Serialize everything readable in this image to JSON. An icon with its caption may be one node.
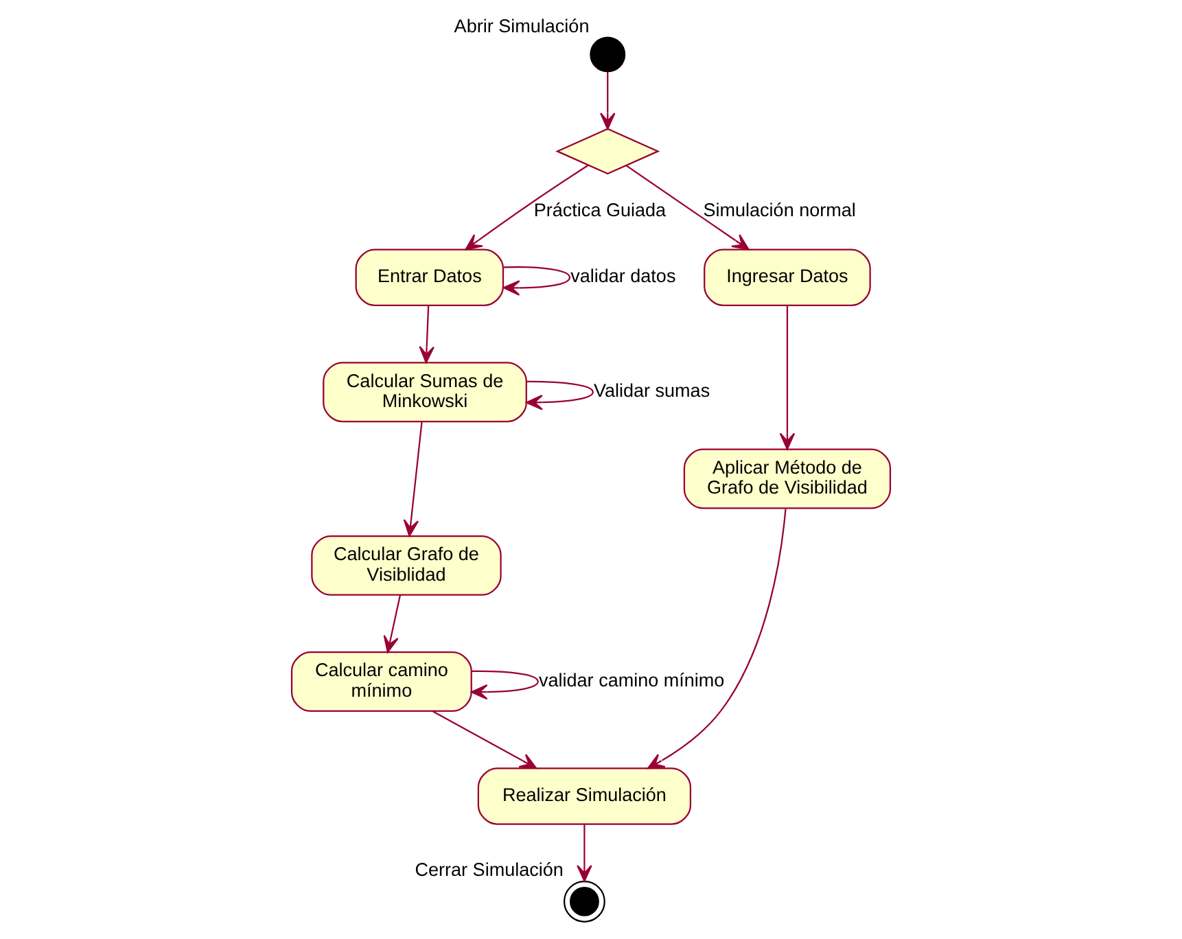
{
  "diagram": {
    "nodes": [
      {
        "text": [],
        "shape": "circle",
        "beside": [
          "Abrir Simulación"
        ]
      },
      {
        "text": [],
        "shape": "diamond"
      },
      {
        "text": [
          "Entrar Datos"
        ]
      },
      {
        "text": [
          "Ingresar Datos"
        ]
      },
      {
        "text": [
          "Calcular Sumas de Minkowski"
        ]
      },
      {
        "text": [
          "Aplicar Método de Grafo de Visibilidad"
        ]
      },
      {
        "text": [
          "Calcular Grafo de Visiblidad"
        ]
      },
      {
        "text": [
          "Realizar Simulación"
        ]
      },
      {
        "text": [
          "Calcular camino mínimo"
        ]
      },
      {
        "text": [],
        "shape": "circle",
        "beside": [
          "Cerrar Simulación"
        ]
      }
    ],
    "edges": [
      {
        "from": 0,
        "to": 1,
        "arrow": "to"
      },
      {
        "from": 1,
        "to": 2,
        "arrow": "to",
        "label": "Práctica Guiada"
      },
      {
        "from": 1,
        "to": 3,
        "arrow": "to",
        "label": "Simulación normal"
      },
      {
        "from": 2,
        "to": 2,
        "arrow": "to",
        "label": "validar datos"
      },
      {
        "from": 2,
        "to": 4,
        "arrow": "to"
      },
      {
        "from": 4,
        "to": 4,
        "arrow": "to",
        "label": "Validar sumas"
      },
      {
        "from": 3,
        "to": 5,
        "arrow": "to"
      },
      {
        "from": 4,
        "to": 6,
        "arrow": "to"
      },
      {
        "from": 5,
        "to": 7,
        "arrow": "to"
      },
      {
        "from": 6,
        "to": 8,
        "arrow": "to"
      },
      {
        "from": 8,
        "to": 8,
        "arrow": "to",
        "label": "validar camino mínimo"
      },
      {
        "from": 8,
        "to": 7,
        "arrow": "to"
      },
      {
        "from": 7,
        "to": 9,
        "arrow": "to"
      }
    ]
  }
}
